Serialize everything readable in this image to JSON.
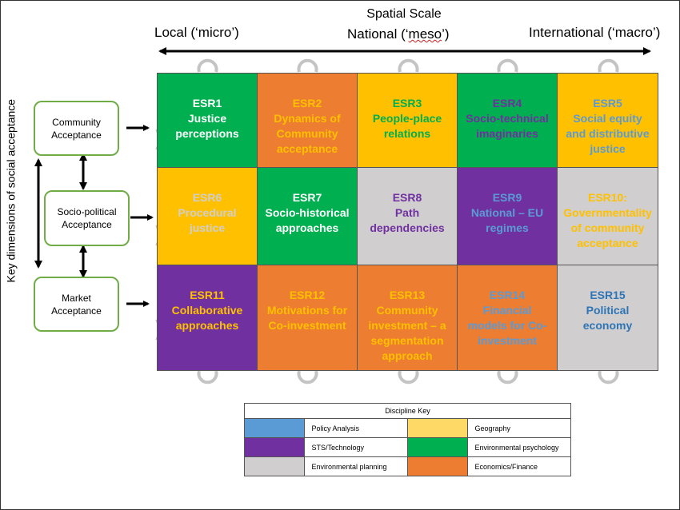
{
  "header": {
    "title": "Spatial Scale",
    "local": "Local (‘micro’)",
    "national": "National (‘meso’)",
    "international": "International (‘macro’)"
  },
  "y_axis_label": "Key dimensions of social acceptance",
  "acceptance": [
    {
      "label": "Community Acceptance"
    },
    {
      "label": "Socio-political Acceptance"
    },
    {
      "label": "Market Acceptance"
    }
  ],
  "colors": {
    "policy": "#5b9bd5",
    "geography": "#ffc000",
    "sts": "#7030a0",
    "envpsych": "#00b050",
    "envplanning": "#d0cece",
    "economics": "#ed7d31",
    "acceptance_border": "#70ad47",
    "connector": "#b8b8b8"
  },
  "cells": [
    {
      "code": "ESR1",
      "title": "Justice perceptions",
      "bg": "#00b050",
      "fg": "#ffffff"
    },
    {
      "code": "ESR2",
      "title": "Dynamics of Community acceptance",
      "bg": "#ed7d31",
      "fg": "#ffc000"
    },
    {
      "code": "ESR3",
      "title": "People-place relations",
      "bg": "#ffc000",
      "fg": "#00b050"
    },
    {
      "code": "ESR4",
      "title": "Socio-technical imaginaries",
      "bg": "#00b050",
      "fg": "#7030a0"
    },
    {
      "code": "ESR5",
      "title": "Social equity and distributive justice",
      "bg": "#ffc000",
      "fg": "#5b9bd5"
    },
    {
      "code": "ESR6",
      "title": "Procedural justice",
      "bg": "#ffc000",
      "fg": "#d0cece"
    },
    {
      "code": "ESR7",
      "title": "Socio-historical approaches",
      "bg": "#00b050",
      "fg": "#ffffff"
    },
    {
      "code": "ESR8",
      "title": "Path dependencies",
      "bg": "#d0cece",
      "fg": "#7030a0"
    },
    {
      "code": "ESR9",
      "title": "National – EU regimes",
      "bg": "#7030a0",
      "fg": "#5b9bd5"
    },
    {
      "code": "ESR10:",
      "title": "Governmentality of community acceptance",
      "bg": "#d0cece",
      "fg": "#ffc000"
    },
    {
      "code": "ESR11",
      "title": "Collaborative approaches",
      "bg": "#7030a0",
      "fg": "#ffc000"
    },
    {
      "code": "ESR12",
      "title": "Motivations for Co-investment",
      "bg": "#ed7d31",
      "fg": "#ffc000"
    },
    {
      "code": "ESR13",
      "title": "Community investment – a segmentation approach",
      "bg": "#ed7d31",
      "fg": "#ffc000"
    },
    {
      "code": "ESR14",
      "title": "Financial models for Co-investment",
      "bg": "#ed7d31",
      "fg": "#5b9bd5"
    },
    {
      "code": "ESR15",
      "title": "Political economy",
      "bg": "#d0cece",
      "fg": "#2e75b6"
    }
  ],
  "key": {
    "title": "Discipline Key",
    "items": [
      {
        "label": "Policy Analysis",
        "color": "#5b9bd5"
      },
      {
        "label": "Geography",
        "color": "#ffd966"
      },
      {
        "label": "STS/Technology",
        "color": "#7030a0"
      },
      {
        "label": "Environmental psychology",
        "color": "#00b050"
      },
      {
        "label": "Environmental planning",
        "color": "#d0cece"
      },
      {
        "label": "Economics/Finance",
        "color": "#ed7d31"
      }
    ]
  }
}
